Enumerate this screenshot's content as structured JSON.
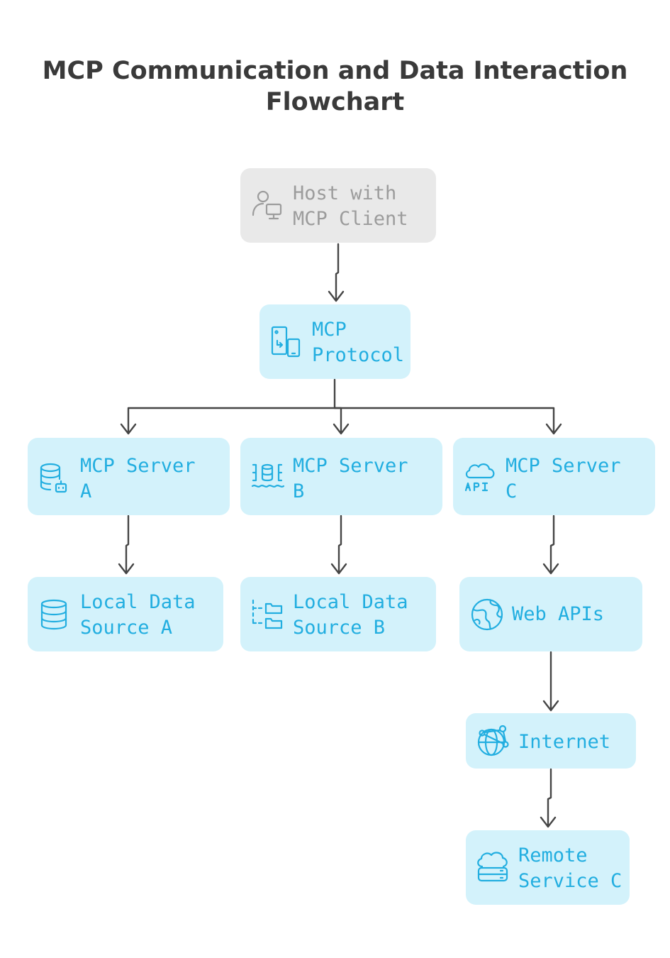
{
  "title": [
    "MCP Communication and Data Interaction",
    "Flowchart"
  ],
  "nodes": {
    "host": {
      "label": "Host with\nMCP Client",
      "icon": "user-monitor-icon"
    },
    "protocol": {
      "label": "MCP\nProtocol",
      "icon": "device-sync-icon"
    },
    "server_a": {
      "label": "MCP Server\nA",
      "icon": "database-bot-icon"
    },
    "server_b": {
      "label": "MCP Server\nB",
      "icon": "database-stream-icon"
    },
    "server_c": {
      "label": "MCP Server\nC",
      "icon": "cloud-api-icon"
    },
    "source_a": {
      "label": "Local Data\nSource A",
      "icon": "database-icon"
    },
    "source_b": {
      "label": "Local Data\nSource B",
      "icon": "folder-tree-icon"
    },
    "web_apis": {
      "label": "Web APIs",
      "icon": "globe-icon"
    },
    "internet": {
      "label": "Internet",
      "icon": "network-globe-icon"
    },
    "remote_c": {
      "label": "Remote\nService C",
      "icon": "cloud-server-icon"
    }
  },
  "edges": [
    [
      "host",
      "protocol"
    ],
    [
      "protocol",
      "server_a"
    ],
    [
      "protocol",
      "server_b"
    ],
    [
      "protocol",
      "server_c"
    ],
    [
      "server_a",
      "source_a"
    ],
    [
      "server_b",
      "source_b"
    ],
    [
      "server_c",
      "web_apis"
    ],
    [
      "web_apis",
      "internet"
    ],
    [
      "internet",
      "remote_c"
    ]
  ],
  "colors": {
    "node_fill": "#d3f2fb",
    "node_text": "#22aee0",
    "host_fill": "#e9e9e9",
    "host_text": "#9c9c9c",
    "edge": "#454545",
    "title": "#3a3a3a"
  }
}
